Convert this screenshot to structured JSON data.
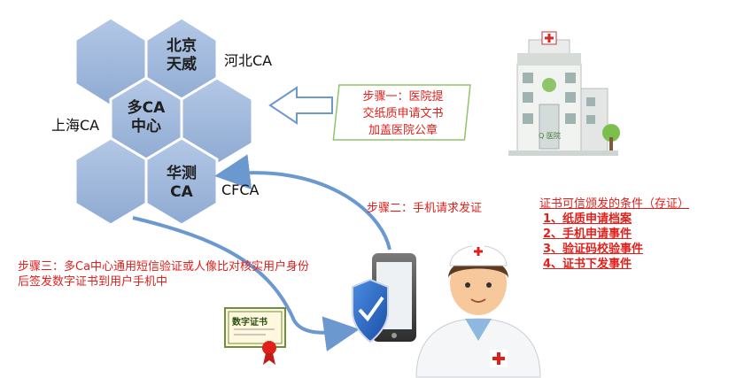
{
  "hexagons": {
    "beijing": "北京\n天威",
    "multi_ca": "多CA\n中心",
    "huace": "华测\nCA"
  },
  "outer_labels": {
    "hebei": "河北CA",
    "shanghai": "上海CA",
    "cfca": "CFCA"
  },
  "steps": {
    "step1": [
      "步骤一：医院提",
      "交纸质申请文书",
      "加盖医院公章"
    ],
    "step2": "步骤二：手机请求发证",
    "step3": [
      "步骤三：多Ca中心通用短信验证或人像比对核实用户身份",
      "后签发数字证书到用户手机中"
    ]
  },
  "conditions": {
    "title": "证书可信颁发的条件（存证）",
    "items": [
      "1、纸质申请档案",
      "2、手机申请事件",
      "3、验证码校验事件",
      "4、证书下发事件"
    ]
  },
  "certificate": {
    "title": "数字证书"
  },
  "hospital": {
    "sign": "Q 医院"
  },
  "icons": [
    "hospital-icon",
    "doctor-icon",
    "phone-icon",
    "shield-icon",
    "certificate-icon",
    "arrow-icon"
  ],
  "colors": {
    "hex_fill": "#9db6d9",
    "hex_stroke": "#ffffff",
    "accent_red": "#e0201b",
    "arrow_blue": "#6a98cf",
    "step_box_border": "#8fc46a"
  }
}
